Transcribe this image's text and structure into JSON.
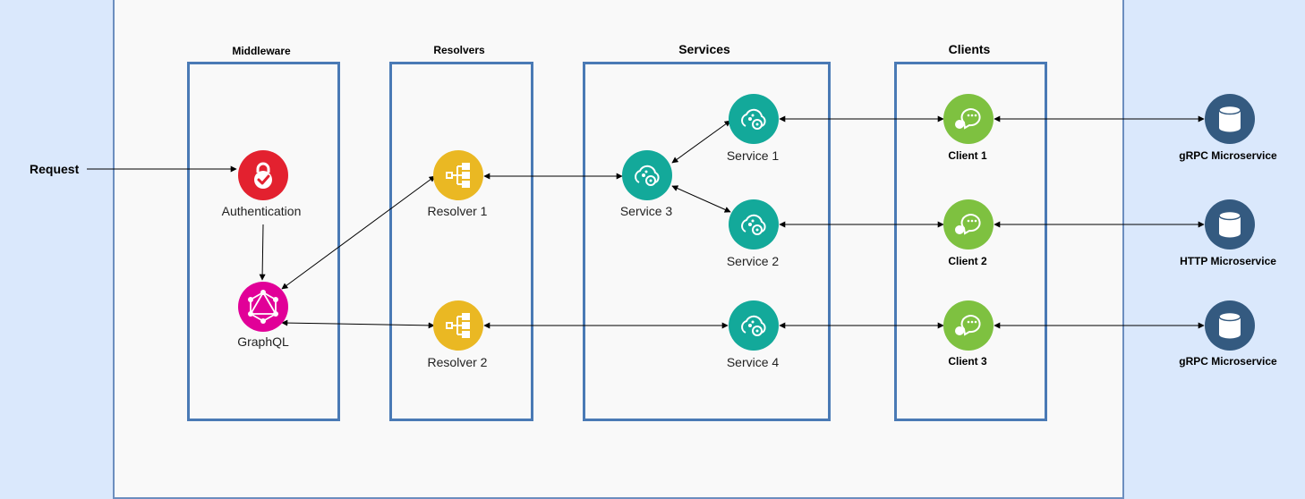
{
  "request_label": "Request",
  "groups": {
    "middleware": "Middleware",
    "resolvers": "Resolvers",
    "services": "Services",
    "clients": "Clients"
  },
  "nodes": {
    "authentication": "Authentication",
    "graphql": "GraphQL",
    "resolver1": "Resolver 1",
    "resolver2": "Resolver 2",
    "service1": "Service 1",
    "service2": "Service 2",
    "service3": "Service 3",
    "service4": "Service 4",
    "client1": "Client 1",
    "client2": "Client 2",
    "client3": "Client 3",
    "db1": "gRPC Microservice",
    "db2": "HTTP Microservice",
    "db3": "gRPC Microservice"
  },
  "colors": {
    "background": "#dae8fc",
    "panel": "#f9f9f9",
    "group_border": "#4a7ab5",
    "auth": "#e3212f",
    "graphql": "#e10098",
    "resolver": "#eab823",
    "service": "#13a99a",
    "client": "#7ec140",
    "database": "#345a80"
  },
  "icons": {
    "authentication": "lock-check-icon",
    "graphql": "graphql-icon",
    "resolver": "hierarchy-icon",
    "service": "cloud-gear-icon",
    "client": "chat-bubble-icon",
    "database": "database-icon"
  }
}
